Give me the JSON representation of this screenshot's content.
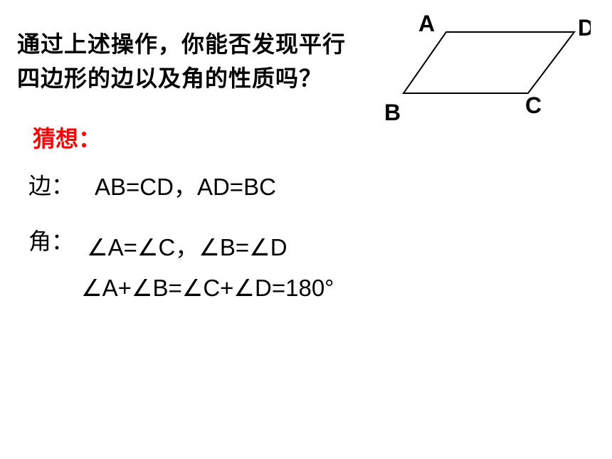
{
  "question": {
    "line1": "通过上述操作，你能否发现平行",
    "line2": "四边形的边以及角的性质吗？"
  },
  "conjecture": {
    "heading": "猜想：",
    "sides": {
      "label": "边：",
      "text": "AB=CD，AD=BC"
    },
    "angles": {
      "label": "角：",
      "text1": "∠A=∠C，∠B=∠D",
      "text2": "∠A+∠B=∠C+∠D=180°"
    }
  },
  "figure": {
    "vertex_a": "A",
    "vertex_b": "B",
    "vertex_c": "C",
    "vertex_d": "D"
  }
}
